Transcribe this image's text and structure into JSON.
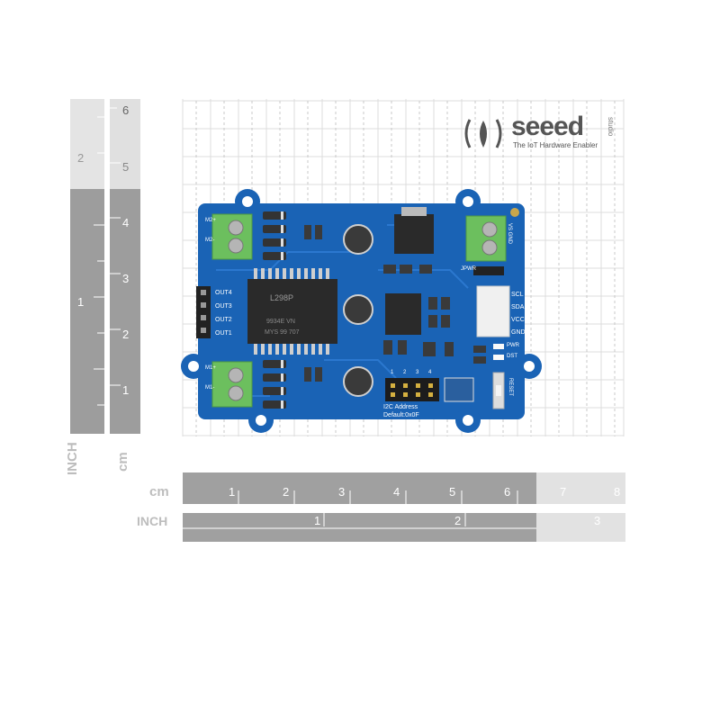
{
  "logo": {
    "brand": "seeed",
    "suffix": "studio",
    "tagline": "The IoT Hardware Enabler"
  },
  "rulers": {
    "horizontal_cm_label": "cm",
    "horizontal_inch_label": "INCH",
    "vertical_cm_label": "cm",
    "vertical_inch_label": "INCH",
    "cm_ticks": [
      "1",
      "2",
      "3",
      "4",
      "5",
      "6",
      "7",
      "8"
    ],
    "inch_ticks": [
      "1",
      "2",
      "3"
    ],
    "vertical_cm_ticks": [
      "1",
      "2",
      "3",
      "4",
      "5",
      "6"
    ],
    "vertical_inch_ticks": [
      "1",
      "2"
    ]
  },
  "board": {
    "connector_labels": [
      "OUT4",
      "OUT3",
      "OUT2",
      "OUT1"
    ],
    "motor_labels": [
      "M2+",
      "M2-",
      "M1+",
      "M1-"
    ],
    "power_label": "VS GND",
    "pins": [
      "SCL",
      "SDA",
      "VCC",
      "GND"
    ],
    "leds": [
      "PWR",
      "DST"
    ],
    "chip_text": [
      "L298P",
      "9934E VN",
      "MYS 99 707"
    ],
    "address_title": "I2C Address",
    "address_default": "Default:0x0F",
    "address_bits": [
      "1",
      "2",
      "3",
      "4"
    ],
    "reset": "RESET",
    "jumper": "JPWR"
  },
  "colors": {
    "pcb": "#1a63b5",
    "terminal": "#6cbf5e",
    "ruler_dark": "#9a9a9a",
    "ruler_light": "#d9d9d9",
    "grid": "#d6d6d6"
  }
}
